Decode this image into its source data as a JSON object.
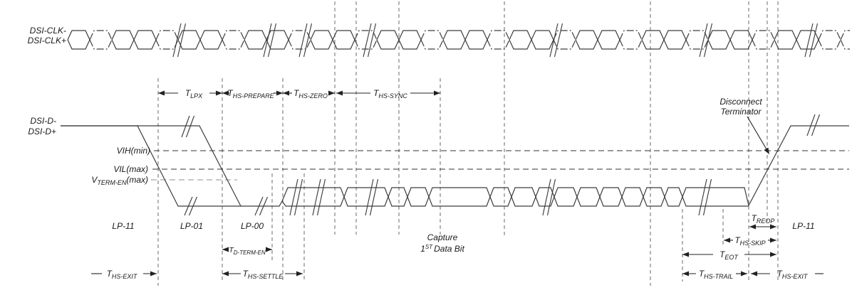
{
  "signals": {
    "clk_minus": "DSI-CLK-",
    "clk_plus": "DSI-CLK+",
    "data_minus": "DSI-D-",
    "data_plus": "DSI-D+"
  },
  "thresholds": {
    "vih": "VIH(min)",
    "vil": "VIL(max)",
    "vterm_main": "V",
    "vterm_sub": "TERM-EN",
    "vterm_suffix": "(max)"
  },
  "timing_params": {
    "t_lpx": {
      "main": "T",
      "sub": "LPX"
    },
    "t_hs_prepare": {
      "main": "T",
      "sub": "HS-PREPARE"
    },
    "t_hs_zero": {
      "main": "T",
      "sub": "HS-ZERO"
    },
    "t_hs_sync": {
      "main": "T",
      "sub": "HS-SYNC"
    },
    "t_d_term_en": {
      "main": "T",
      "sub": "D-TERM-EN"
    },
    "t_hs_settle": {
      "main": "T",
      "sub": "HS-SETTLE"
    },
    "t_hs_exit_left": {
      "main": "T",
      "sub": "HS-EXIT"
    },
    "t_reop": {
      "main": "T",
      "sub": "REOP"
    },
    "t_hs_skip": {
      "main": "T",
      "sub": "HS-SKIP"
    },
    "t_eot": {
      "main": "T",
      "sub": "EOT"
    },
    "t_hs_trail": {
      "main": "T",
      "sub": "HS-TRAIL"
    },
    "t_hs_exit_right": {
      "main": "T",
      "sub": "HS-EXIT"
    }
  },
  "states": {
    "lp11_left": "LP-11",
    "lp01": "LP-01",
    "lp00": "LP-00",
    "lp11_right": "LP-11"
  },
  "annotations": {
    "capture_line1": "Capture",
    "capture_bit_num": "1",
    "capture_bit_sup": "ST",
    "capture_bit_rest": "Data Bit",
    "disconnect_line1": "Disconnect",
    "disconnect_line2": "Terminator"
  },
  "colors": {
    "waveform": "#3d3d3d",
    "dashed_guides": "#767676",
    "text": "#1a1a1a"
  }
}
